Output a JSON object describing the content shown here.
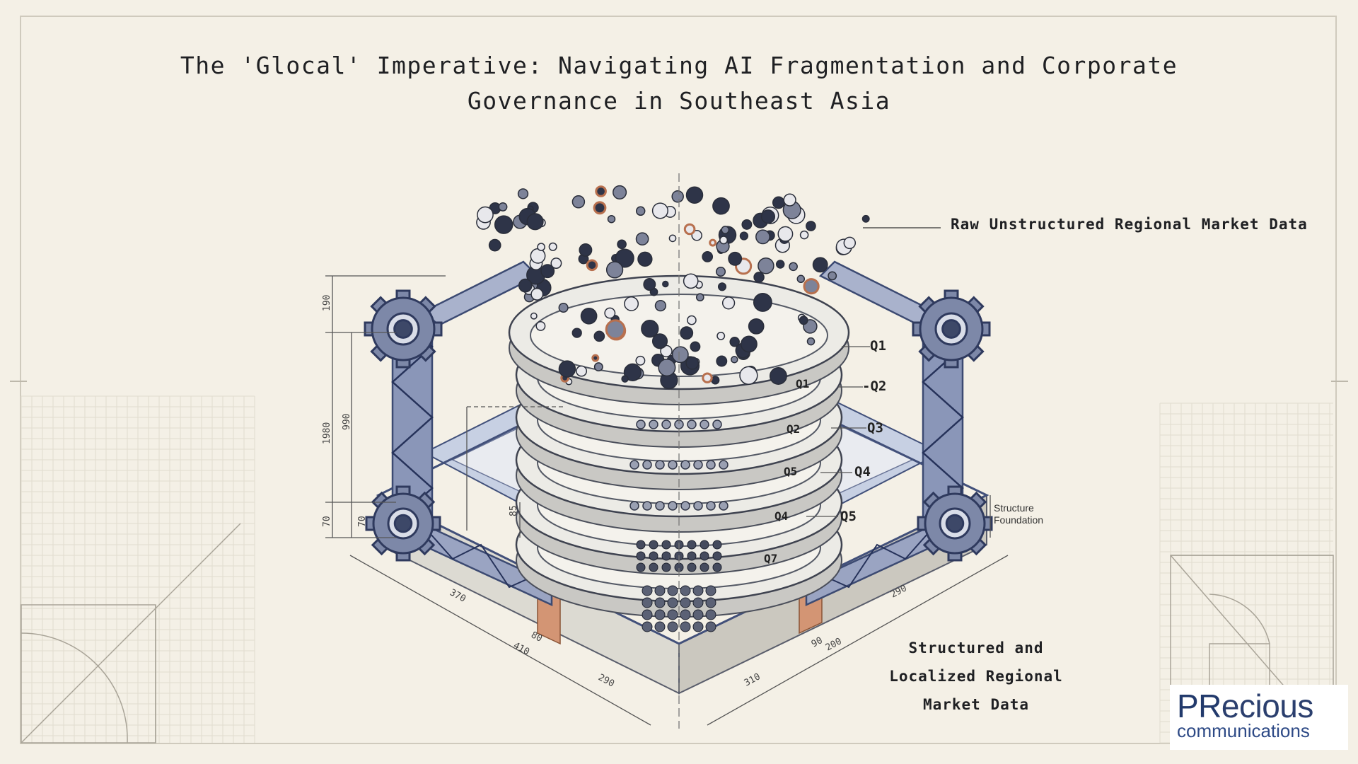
{
  "title": {
    "line1": "The 'Glocal' Imperative: Navigating AI Fragmentation and Corporate",
    "line2": "Governance in Southeast Asia"
  },
  "labels": {
    "raw": "Raw Unstructured Regional Market Data",
    "structured_line1": "Structured and",
    "structured_line2": "Localized Regional",
    "structured_line3": "Market Data",
    "foundation_line1": "Structure",
    "foundation_line2": "Foundation"
  },
  "rings": [
    {
      "label": "Q1"
    },
    {
      "label": "-Q2"
    },
    {
      "label": "Q3"
    },
    {
      "label": "Q4"
    },
    {
      "label": "Q5"
    }
  ],
  "ring_tags": [
    "Q1",
    "Q2",
    "Q5",
    "Q4",
    "Q7"
  ],
  "dimensions": {
    "left_outer": "1980",
    "left_inner": "990",
    "left_top": "190",
    "left_bottom1": "70",
    "left_bottom2": "70",
    "left_mid": "85",
    "base_left": "370",
    "base_left2": "410",
    "base_left3": "80",
    "base_front": "290",
    "base_right": "290",
    "base_right2": "200",
    "base_right3": "90",
    "base_front2": "310"
  },
  "logo": {
    "pr": "PR",
    "rest": "ecious",
    "sub": "communications"
  },
  "colors": {
    "background": "#f4f0e6",
    "steel": "#4a5a86",
    "copper": "#c98a6a",
    "ink": "#1f2023",
    "logo_blue": "#2b3f6e"
  }
}
